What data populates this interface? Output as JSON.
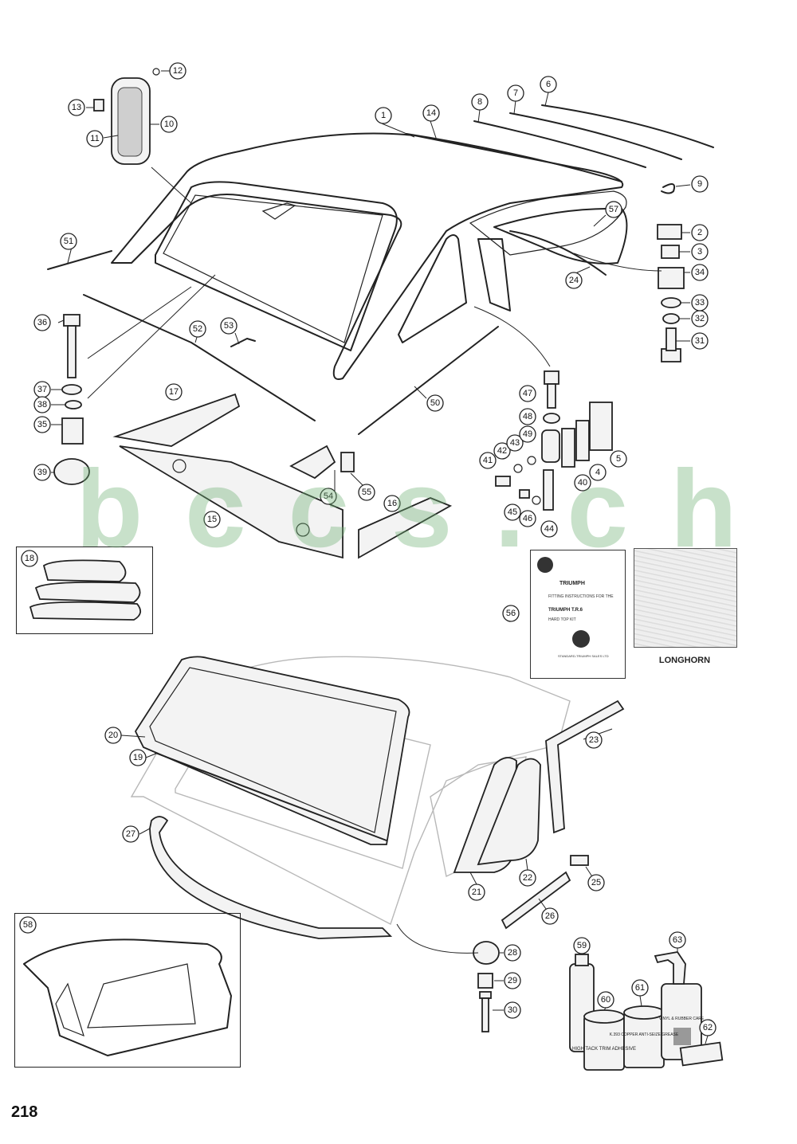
{
  "page": {
    "number": "218"
  },
  "watermark": {
    "letters": [
      "b",
      "c",
      "c",
      "s",
      ".",
      "c",
      "h"
    ]
  },
  "swatch": {
    "label": "LONGHORN"
  },
  "fitting_instructions": {
    "brand": "TRIUMPH",
    "line1": "FITTING INSTRUCTIONS FOR THE",
    "title": "TRIUMPH T.R.6",
    "kit": "HARD TOP KIT",
    "footer": "STANDARD-TRIUMPH SALES LTD"
  },
  "products": {
    "can60": "HIGH TACK TRIM ADHESIVE",
    "can61": "K.393 COPPER ANTI-SEIZE GREASE",
    "bottle63": "VINYL & RUBBER CARE"
  },
  "callouts": [
    {
      "id": "c1",
      "label": "1"
    },
    {
      "id": "c2",
      "label": "2"
    },
    {
      "id": "c3",
      "label": "3"
    },
    {
      "id": "c5",
      "label": "5"
    },
    {
      "id": "c4",
      "label": "4"
    },
    {
      "id": "c6",
      "label": "6"
    },
    {
      "id": "c7",
      "label": "7"
    },
    {
      "id": "c8",
      "label": "8"
    },
    {
      "id": "c9",
      "label": "9"
    },
    {
      "id": "c10",
      "label": "10"
    },
    {
      "id": "c11",
      "label": "11"
    },
    {
      "id": "c12",
      "label": "12"
    },
    {
      "id": "c13",
      "label": "13"
    },
    {
      "id": "c14",
      "label": "14"
    },
    {
      "id": "c15",
      "label": "15"
    },
    {
      "id": "c16",
      "label": "16"
    },
    {
      "id": "c17",
      "label": "17"
    },
    {
      "id": "c18",
      "label": "18"
    },
    {
      "id": "c19",
      "label": "19"
    },
    {
      "id": "c20",
      "label": "20"
    },
    {
      "id": "c21",
      "label": "21"
    },
    {
      "id": "c22",
      "label": "22"
    },
    {
      "id": "c23",
      "label": "23"
    },
    {
      "id": "c24",
      "label": "24"
    },
    {
      "id": "c25",
      "label": "25"
    },
    {
      "id": "c26",
      "label": "26"
    },
    {
      "id": "c27",
      "label": "27"
    },
    {
      "id": "c28",
      "label": "28"
    },
    {
      "id": "c29",
      "label": "29"
    },
    {
      "id": "c30",
      "label": "30"
    },
    {
      "id": "c31",
      "label": "31"
    },
    {
      "id": "c32",
      "label": "32"
    },
    {
      "id": "c33",
      "label": "33"
    },
    {
      "id": "c34",
      "label": "34"
    },
    {
      "id": "c35",
      "label": "35"
    },
    {
      "id": "c36",
      "label": "36"
    },
    {
      "id": "c37",
      "label": "37"
    },
    {
      "id": "c38",
      "label": "38"
    },
    {
      "id": "c39",
      "label": "39"
    },
    {
      "id": "c40",
      "label": "40"
    },
    {
      "id": "c41",
      "label": "41"
    },
    {
      "id": "c42",
      "label": "42"
    },
    {
      "id": "c43",
      "label": "43"
    },
    {
      "id": "c44",
      "label": "44"
    },
    {
      "id": "c45",
      "label": "45"
    },
    {
      "id": "c46",
      "label": "46"
    },
    {
      "id": "c47",
      "label": "47"
    },
    {
      "id": "c48",
      "label": "48"
    },
    {
      "id": "c49",
      "label": "49"
    },
    {
      "id": "c50",
      "label": "50"
    },
    {
      "id": "c51",
      "label": "51"
    },
    {
      "id": "c52",
      "label": "52"
    },
    {
      "id": "c53",
      "label": "53"
    },
    {
      "id": "c54",
      "label": "54"
    },
    {
      "id": "c55",
      "label": "55"
    },
    {
      "id": "c56",
      "label": "56"
    },
    {
      "id": "c57",
      "label": "57"
    },
    {
      "id": "c58",
      "label": "58"
    },
    {
      "id": "c59",
      "label": "59"
    },
    {
      "id": "c60",
      "label": "60"
    },
    {
      "id": "c61",
      "label": "61"
    },
    {
      "id": "c62",
      "label": "62"
    },
    {
      "id": "c63",
      "label": "63"
    }
  ]
}
